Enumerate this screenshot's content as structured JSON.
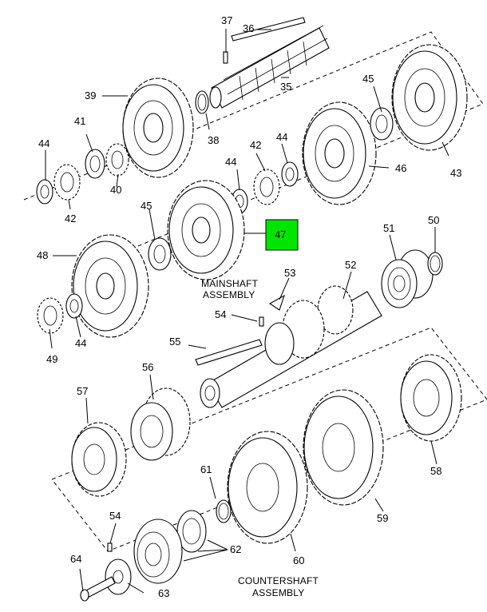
{
  "colors": {
    "highlight": "#00e600",
    "line": "#000000",
    "background": "#ffffff"
  },
  "assemblies": {
    "mainshaft_line1": "MAINSHAFT",
    "mainshaft_line2": "ASSEMBLY",
    "countershaft_line1": "COUNTERSHAFT",
    "countershaft_line2": "ASSEMBLY"
  },
  "callouts": {
    "c36": "36",
    "c37": "37",
    "c35": "35",
    "c39": "39",
    "c38": "38",
    "c45a": "45",
    "c43": "43",
    "c41": "41",
    "c44a": "44",
    "c40": "40",
    "c42a": "42",
    "c44b": "44",
    "c42b": "42",
    "c44c": "44",
    "c46": "46",
    "c45b": "45",
    "c47": "47",
    "c48": "48",
    "c51": "51",
    "c50": "50",
    "c53": "53",
    "c52": "52",
    "c54a": "54",
    "c49": "49",
    "c44d": "44",
    "c55": "55",
    "c56": "56",
    "c57": "57",
    "c58": "58",
    "c61": "61",
    "c59": "59",
    "c54b": "54",
    "c62": "62",
    "c64": "64",
    "c60": "60",
    "c63": "63"
  },
  "selected_callout": "47"
}
